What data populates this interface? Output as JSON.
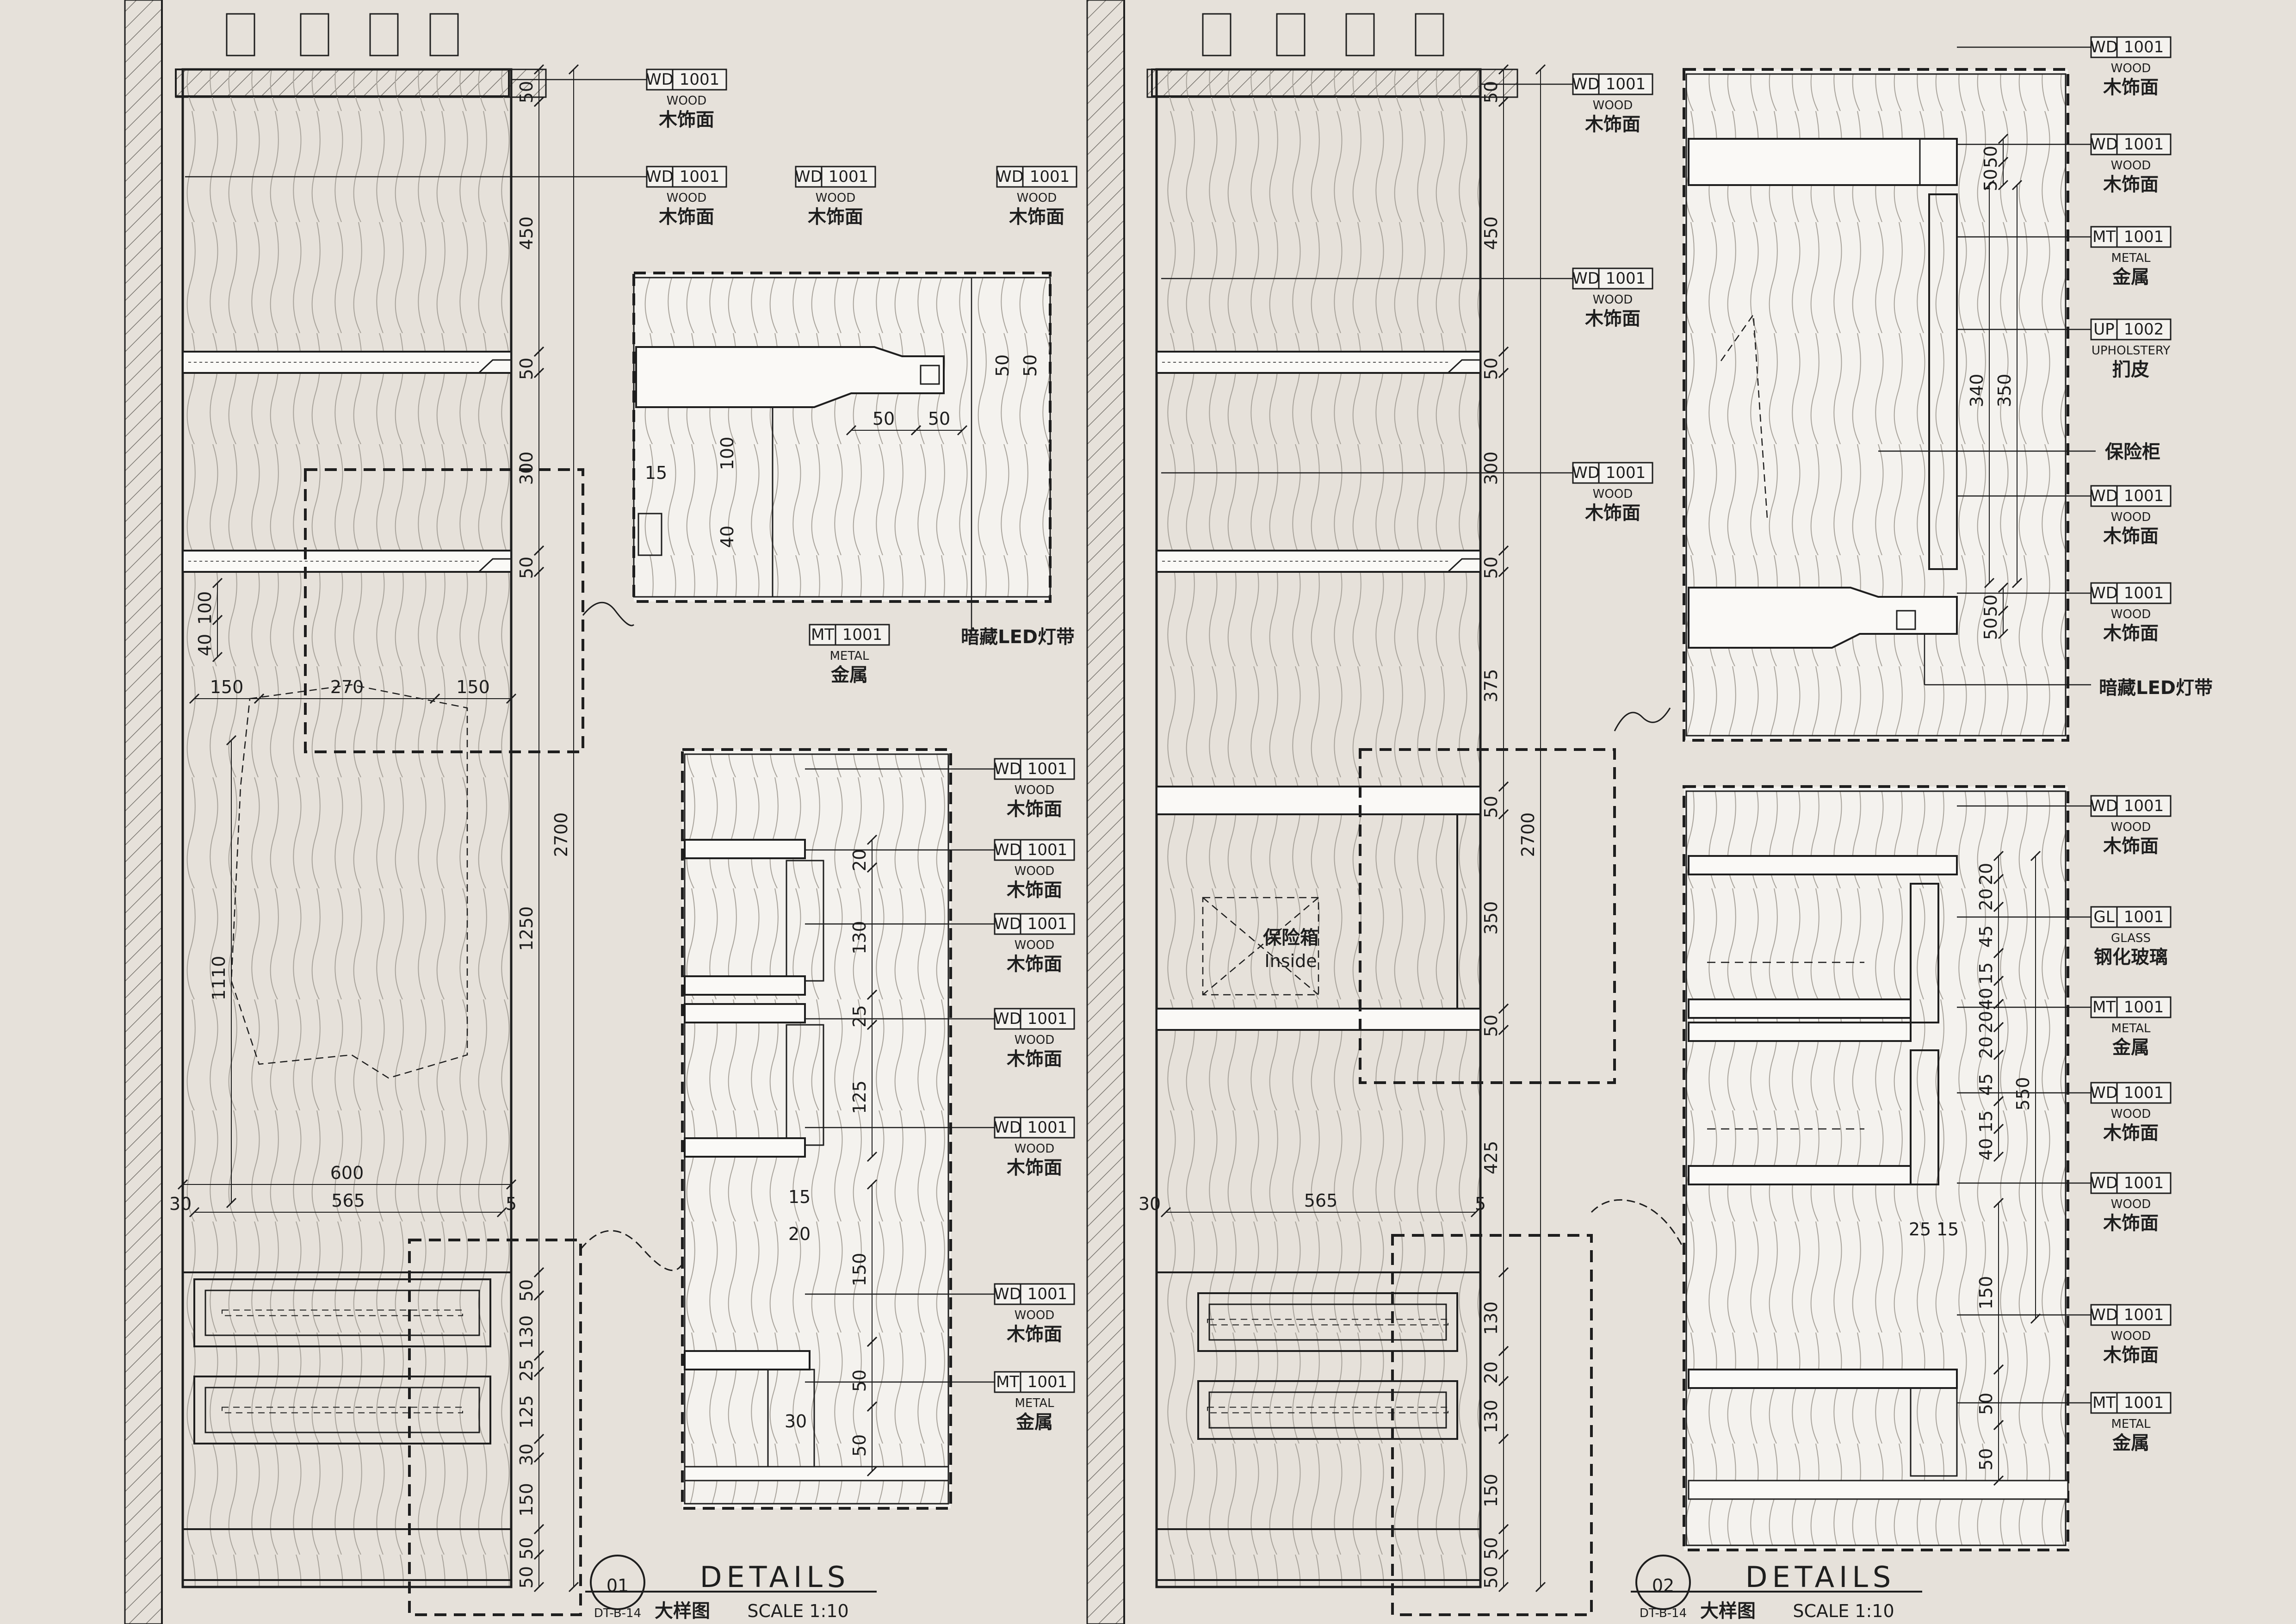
{
  "panels": [
    {
      "number": "01",
      "sheet_ref": "DT-B-14",
      "title_en": "DETAILS",
      "title_zh": "大样图",
      "scale": "SCALE 1:10",
      "elevation_dims": [
        "50",
        "450",
        "50",
        "300",
        "50",
        "2700",
        "1250",
        "50",
        "130",
        "25",
        "125",
        "30",
        "150",
        "50",
        "50"
      ],
      "width_dims": [
        "600",
        "565",
        "30",
        "5",
        "150",
        "270",
        "150",
        "100",
        "40",
        "1110"
      ],
      "tags": [
        {
          "code": "WD",
          "num": "1001",
          "en": "WOOD",
          "zh": "木饰面"
        },
        {
          "code": "WD",
          "num": "1001",
          "en": "WOOD",
          "zh": "木饰面"
        },
        {
          "code": "WD",
          "num": "1001",
          "en": "WOOD",
          "zh": "木饰面"
        },
        {
          "code": "WD",
          "num": "1001",
          "en": "WOOD",
          "zh": "木饰面"
        }
      ],
      "detail_a": {
        "dims": [
          "15",
          "100",
          "40",
          "50",
          "50",
          "50",
          "50",
          "50"
        ],
        "metal_tag": {
          "code": "MT",
          "num": "1001",
          "en": "METAL",
          "zh": "金属"
        },
        "led_label": "暗藏LED灯带"
      },
      "detail_b": {
        "dims": [
          "20",
          "130",
          "25",
          "125",
          "15",
          "20",
          "150",
          "50",
          "50",
          "30"
        ],
        "tags": [
          {
            "code": "WD",
            "num": "1001",
            "en": "WOOD",
            "zh": "木饰面"
          },
          {
            "code": "WD",
            "num": "1001",
            "en": "WOOD",
            "zh": "木饰面"
          },
          {
            "code": "WD",
            "num": "1001",
            "en": "WOOD",
            "zh": "木饰面"
          },
          {
            "code": "WD",
            "num": "1001",
            "en": "WOOD",
            "zh": "木饰面"
          },
          {
            "code": "WD",
            "num": "1001",
            "en": "WOOD",
            "zh": "木饰面"
          },
          {
            "code": "WD",
            "num": "1001",
            "en": "WOOD",
            "zh": "木饰面"
          },
          {
            "code": "MT",
            "num": "1001",
            "en": "METAL",
            "zh": "金属"
          }
        ]
      }
    },
    {
      "number": "02",
      "sheet_ref": "DT-B-14",
      "title_en": "DETAILS",
      "title_zh": "大样图",
      "scale": "SCALE 1:10",
      "elevation_dims": [
        "50",
        "450",
        "50",
        "300",
        "50",
        "375",
        "2700",
        "50",
        "350",
        "50",
        "425",
        "130",
        "20",
        "130",
        "150",
        "50",
        "50"
      ],
      "width_dims": [
        "565",
        "30",
        "5"
      ],
      "safe_label": "保险箱",
      "safe_sub": "Inside",
      "tags": [
        {
          "code": "WD",
          "num": "1001",
          "en": "WOOD",
          "zh": "木饰面"
        },
        {
          "code": "WD",
          "num": "1001",
          "en": "WOOD",
          "zh": "木饰面"
        },
        {
          "code": "WD",
          "num": "1001",
          "en": "WOOD",
          "zh": "木饰面"
        }
      ],
      "detail_a": {
        "dims": [
          "50",
          "50",
          "340",
          "350",
          "50",
          "50"
        ],
        "tags": [
          {
            "code": "WD",
            "num": "1001",
            "en": "WOOD",
            "zh": "木饰面"
          },
          {
            "code": "WD",
            "num": "1001",
            "en": "WOOD",
            "zh": "木饰面"
          },
          {
            "code": "MT",
            "num": "1001",
            "en": "METAL",
            "zh": "金属"
          },
          {
            "code": "UP",
            "num": "1002",
            "en": "UPHOLSTERY",
            "zh": "扪皮"
          },
          {
            "code": "WD",
            "num": "1001",
            "en": "WOOD",
            "zh": "木饰面"
          },
          {
            "code": "WD",
            "num": "1001",
            "en": "WOOD",
            "zh": "木饰面"
          }
        ],
        "safe_cab_label": "保险柜",
        "led_label": "暗藏LED灯带"
      },
      "detail_b": {
        "dims": [
          "20",
          "20",
          "45",
          "15",
          "40",
          "20",
          "20",
          "45",
          "15",
          "40",
          "550",
          "25",
          "15",
          "150",
          "50",
          "50"
        ],
        "tags": [
          {
            "code": "WD",
            "num": "1001",
            "en": "WOOD",
            "zh": "木饰面"
          },
          {
            "code": "GL",
            "num": "1001",
            "en": "GLASS",
            "zh": "钢化玻璃"
          },
          {
            "code": "MT",
            "num": "1001",
            "en": "METAL",
            "zh": "金属"
          },
          {
            "code": "WD",
            "num": "1001",
            "en": "WOOD",
            "zh": "木饰面"
          },
          {
            "code": "WD",
            "num": "1001",
            "en": "WOOD",
            "zh": "木饰面"
          },
          {
            "code": "WD",
            "num": "1001",
            "en": "WOOD",
            "zh": "木饰面"
          },
          {
            "code": "MT",
            "num": "1001",
            "en": "METAL",
            "zh": "金属"
          }
        ]
      }
    }
  ],
  "colors": {
    "paper": "#e6e1da",
    "ink": "#1e1e1e",
    "panel_fill": "#f4f2ee",
    "hatch": "#7a7670"
  }
}
